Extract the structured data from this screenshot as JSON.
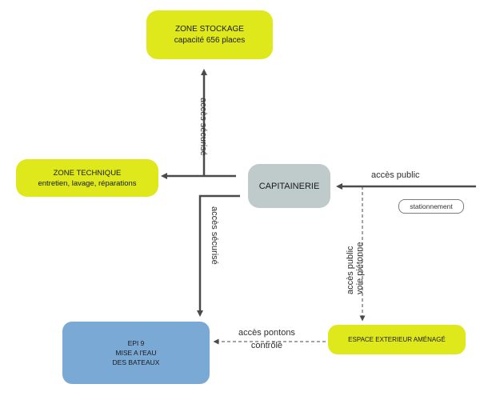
{
  "nodes": {
    "zone_stockage": {
      "title": "ZONE STOCKAGE",
      "subtitle": "capacité 656 places"
    },
    "zone_technique": {
      "title": "ZONE TECHNIQUE",
      "subtitle": "entretien, lavage, réparations"
    },
    "capitainerie": {
      "title": "CAPITAINERIE"
    },
    "epi": {
      "line1": "EPI 9",
      "line2": "MISE A l'EAU",
      "line3": "DES BATEAUX"
    },
    "espace_exterieur": {
      "title": "ESPACE EXTERIEUR AMÉNAGÉ"
    },
    "stationnement": {
      "title": "stationnement"
    }
  },
  "labels": {
    "acces_securise_top": "accès sécurisé",
    "acces_securise_bottom": "accès sécurisé",
    "acces_public": "accès public",
    "acces_public_vertical": "accès public",
    "voie_pietonne": "voie piétonne",
    "acces_pontons": "accès pontons",
    "controle": "contrôlé"
  },
  "colors": {
    "green": "#dfe81b",
    "grey": "#bfcacb",
    "blue": "#7ba9d5",
    "arrow": "#4a4a4a"
  }
}
